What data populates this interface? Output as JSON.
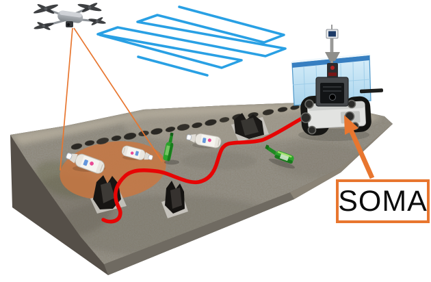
{
  "scene": {
    "soma_label": "SOMA",
    "colors": {
      "uav_path_blue": "#29A0E4",
      "annotation_orange": "#E8762F",
      "ugv_path_red": "#E60505",
      "footprint_orange": "#C87742",
      "crate_blue": "#BFE0F2",
      "terrain_gray": "#8D8779"
    },
    "items": [
      {
        "name": "quadcopter-drone",
        "count": 1
      },
      {
        "name": "uav-lawnmower-survey-path",
        "count": 1
      },
      {
        "name": "camera-view-cone",
        "count": 1
      },
      {
        "name": "camera-ground-footprint",
        "count": 1
      },
      {
        "name": "terrain-slab",
        "count": 1
      },
      {
        "name": "rock-row",
        "count": 1
      },
      {
        "name": "plastic-bottle",
        "count": 3
      },
      {
        "name": "green-bottle",
        "count": 2
      },
      {
        "name": "plastic-bag",
        "count": 3
      },
      {
        "name": "ugv-path",
        "count": 1
      },
      {
        "name": "soma-ugv-robot",
        "count": 1
      }
    ]
  }
}
